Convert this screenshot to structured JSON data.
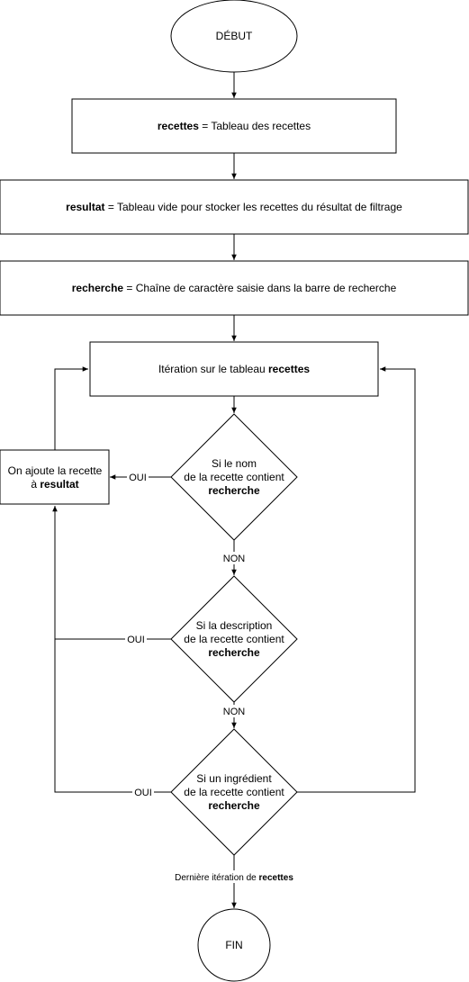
{
  "nodes": {
    "start": {
      "text": "DÉBUT"
    },
    "recettes": {
      "bold": "recettes",
      "text": " = Tableau des recettes"
    },
    "resultat": {
      "bold": "resultat",
      "text": " = Tableau vide pour stocker les recettes du résultat de filtrage"
    },
    "recherche": {
      "bold": "recherche",
      "text": " = Chaîne de caractère saisie dans la barre de recherche"
    },
    "iteration": {
      "text": "Itération sur le tableau ",
      "bold": "recettes"
    },
    "add_result": {
      "line1": "On ajoute la recette",
      "line2_text": "à ",
      "line2_bold": "resultat"
    },
    "cond_name": {
      "line1": "Si le nom",
      "line2": "de la recette contient",
      "line3_bold": "recherche"
    },
    "cond_desc": {
      "line1": "Si la description",
      "line2": "de la recette contient",
      "line3_bold": "recherche"
    },
    "cond_ingr": {
      "line1": "Si un ingrédient",
      "line2": "de la recette contient",
      "line3_bold": "recherche"
    },
    "end": {
      "text": "FIN"
    }
  },
  "edge_labels": {
    "oui_name": "OUI",
    "non_name": "NON",
    "oui_desc": "OUI",
    "non_desc": "NON",
    "oui_ingr": "OUI",
    "last_iter_text": "Dernière itération de ",
    "last_iter_bold": "recettes"
  }
}
